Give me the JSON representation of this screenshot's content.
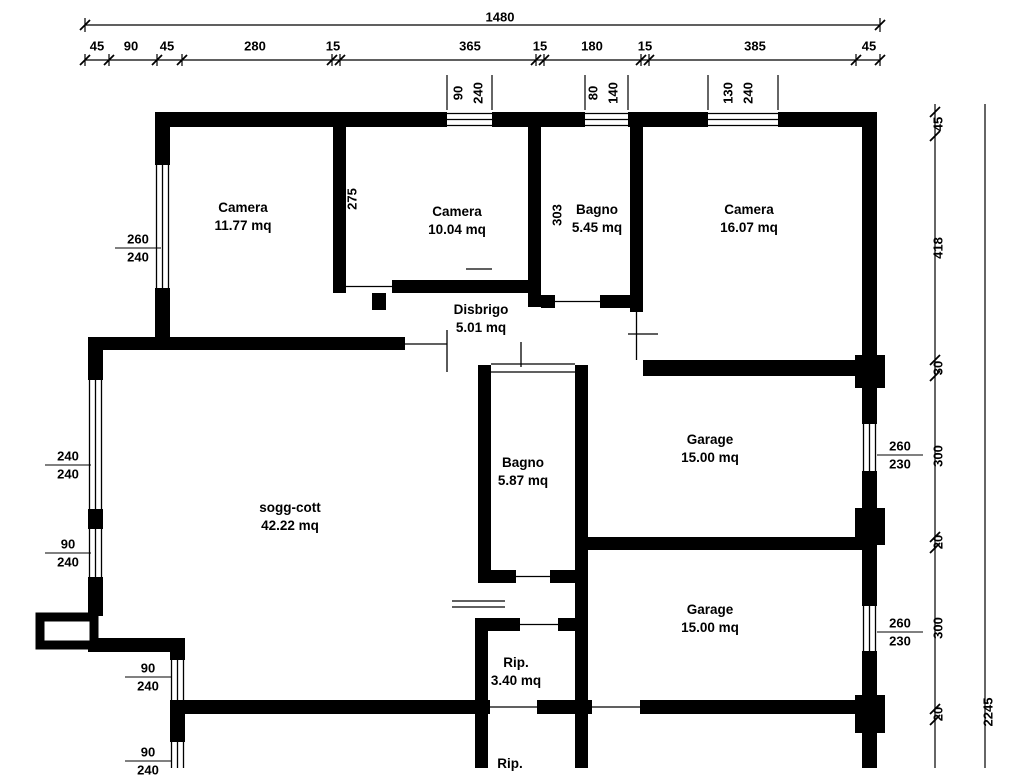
{
  "page": {
    "background": "#ffffff",
    "line_color": "#000000"
  },
  "dimensions": {
    "overall_width": "1480",
    "overall_height": "2245",
    "top_segments": [
      "45",
      "90",
      "45",
      "280",
      "15",
      "365",
      "15",
      "180",
      "15",
      "385",
      "45"
    ],
    "right_segments": [
      "45",
      "418",
      "30",
      "300",
      "20",
      "300",
      "20"
    ],
    "top_window_labels": [
      [
        "90",
        "240"
      ],
      [
        "80",
        "140"
      ],
      [
        "130",
        "240"
      ]
    ],
    "left_fractions": [
      [
        "260",
        "240"
      ],
      [
        "240",
        "240"
      ],
      [
        "90",
        "240"
      ],
      [
        "90",
        "240"
      ],
      [
        "90",
        "240"
      ]
    ],
    "right_fractions": [
      [
        "260",
        "230"
      ],
      [
        "260",
        "230"
      ]
    ],
    "interior": [
      "275",
      "303"
    ]
  },
  "rooms": [
    {
      "name": "Camera",
      "area": "11.77 mq"
    },
    {
      "name": "Camera",
      "area": "10.04 mq"
    },
    {
      "name": "Bagno",
      "area": "5.45 mq"
    },
    {
      "name": "Camera",
      "area": "16.07 mq"
    },
    {
      "name": "Disbrigo",
      "area": "5.01 mq"
    },
    {
      "name": "sogg-cott",
      "area": "42.22 mq"
    },
    {
      "name": "Bagno",
      "area": "5.87 mq"
    },
    {
      "name": "Garage",
      "area": "15.00 mq"
    },
    {
      "name": "Garage",
      "area": "15.00 mq"
    },
    {
      "name": "Rip.",
      "area": "3.40 mq"
    },
    {
      "name": "Rip.",
      "area": ""
    }
  ]
}
